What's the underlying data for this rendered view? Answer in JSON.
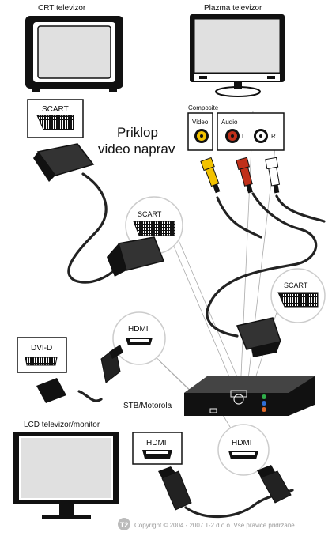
{
  "devices": {
    "crt": {
      "label": "CRT televizor"
    },
    "plasma": {
      "label": "Plazma televizor"
    },
    "lcd": {
      "label": "LCD televizor/monitor"
    },
    "stb": {
      "label": "STB/Motorola"
    }
  },
  "title": {
    "line1": "Priklop",
    "line2": "video naprav"
  },
  "connectors": {
    "scart_crt": {
      "label": "SCART"
    },
    "scart_mid": {
      "label": "SCART"
    },
    "scart_right": {
      "label": "SCART"
    },
    "composite": {
      "heading": "Composite",
      "video": "Video",
      "audio": "Audio",
      "left": "L",
      "right": "R"
    },
    "dvi": {
      "label": "DVI-D"
    },
    "hdmi_top": {
      "label": "HDMI"
    },
    "hdmi_lcd": {
      "label": "HDMI"
    },
    "hdmi_bottom": {
      "label": "HDMI"
    }
  },
  "footer": {
    "logo": "T2",
    "copyright": "Copyright © 2004 - 2007 T-2 d.o.o. Vse pravice pridržane."
  },
  "colors": {
    "video_plug": "#f2c200",
    "audio_left_plug": "#c0301a",
    "audio_right_plug": "#ffffff",
    "stb_led_green": "#2fae4a",
    "stb_led_blue": "#2f6fd6",
    "stb_led_orange": "#e06a2a"
  }
}
